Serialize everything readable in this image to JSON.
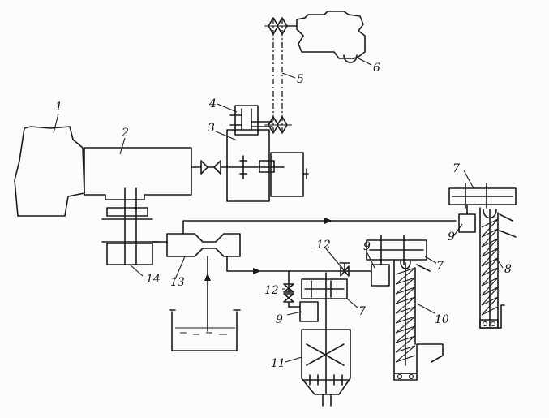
{
  "labels": {
    "l1": "1",
    "l2": "2",
    "l3": "3",
    "l4": "4",
    "l5": "5",
    "l6": "6",
    "l7a": "7",
    "l7b": "7",
    "l7c": "7",
    "l8": "8",
    "l9a": "9",
    "l9b": "9",
    "l9c": "9",
    "l10": "10",
    "l11": "11",
    "l12a": "12",
    "l12b": "12",
    "l13": "13",
    "l14": "14"
  }
}
